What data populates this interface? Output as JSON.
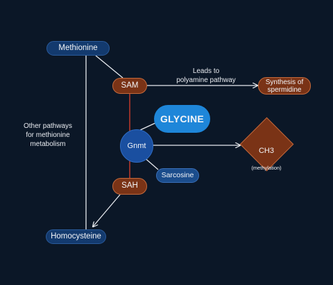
{
  "colors": {
    "background": "#0b1727",
    "blue_node": "#133a6e",
    "brown_node": "#7a3316",
    "glycine": "#1e86d9",
    "gnmt": "#1a4fa0",
    "arrow": "#f2f4f7",
    "red_link": "#c0392b"
  },
  "nodes": {
    "methionine": "Methionine",
    "sam": "SAM",
    "synthesis": "Synthesis of\nspermidine",
    "glycine": "GLYCINE",
    "gnmt": "Gnmt",
    "ch3": "CH3",
    "ch3_sub": "(methylation)",
    "sarcosine": "Sarcosine",
    "sah": "SAH",
    "homocysteine": "Homocysteine"
  },
  "labels": {
    "polyamine": "Leads to\npolyamine pathway",
    "other_pathways": "Other pathways\nfor methionine\nmetabolism"
  }
}
